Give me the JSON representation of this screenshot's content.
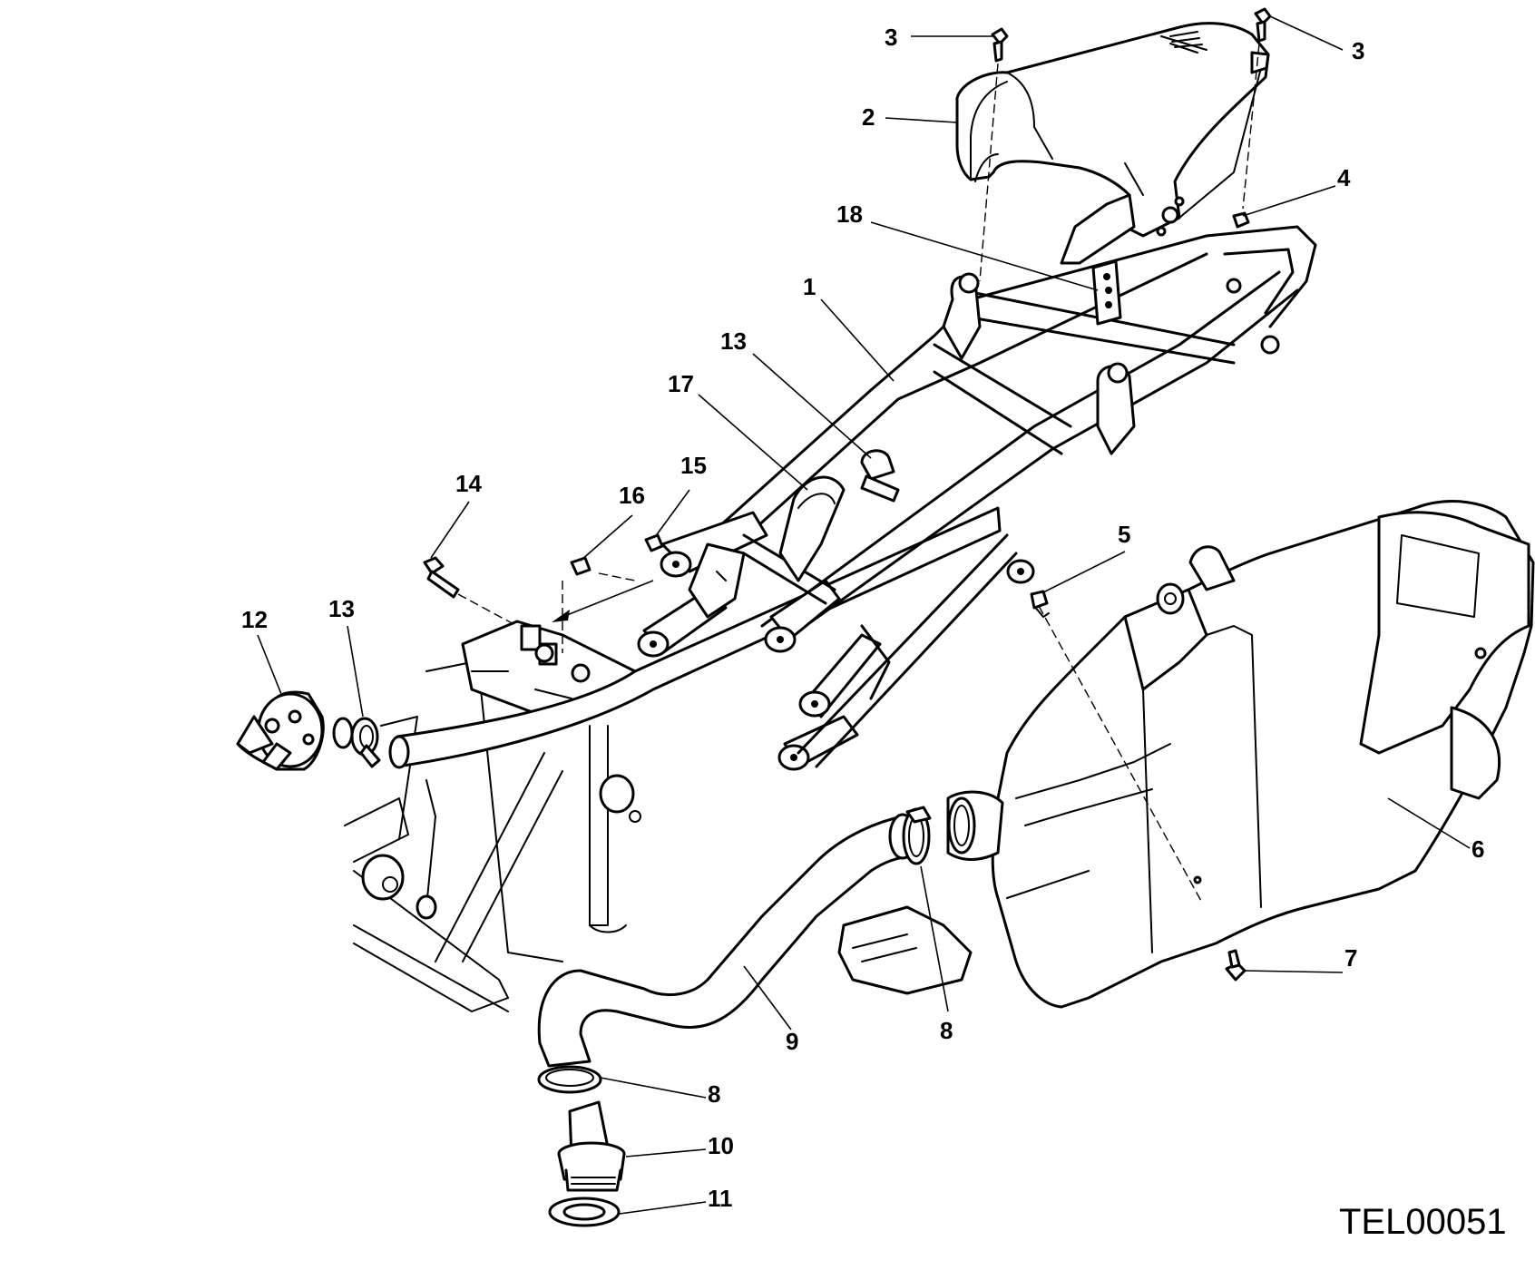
{
  "drawing": {
    "reference_code": "TEL00051",
    "callouts": [
      {
        "id": "c3a",
        "label": "3"
      },
      {
        "id": "c3b",
        "label": "3"
      },
      {
        "id": "c2",
        "label": "2"
      },
      {
        "id": "c4",
        "label": "4"
      },
      {
        "id": "c18",
        "label": "18"
      },
      {
        "id": "c1",
        "label": "1"
      },
      {
        "id": "c13a",
        "label": "13"
      },
      {
        "id": "c17",
        "label": "17"
      },
      {
        "id": "c15",
        "label": "15"
      },
      {
        "id": "c16",
        "label": "16"
      },
      {
        "id": "c14",
        "label": "14"
      },
      {
        "id": "c12",
        "label": "12"
      },
      {
        "id": "c13b",
        "label": "13"
      },
      {
        "id": "c5",
        "label": "5"
      },
      {
        "id": "c6",
        "label": "6"
      },
      {
        "id": "c7",
        "label": "7"
      },
      {
        "id": "c8a",
        "label": "8"
      },
      {
        "id": "c9",
        "label": "9"
      },
      {
        "id": "c8b",
        "label": "8"
      },
      {
        "id": "c10",
        "label": "10"
      },
      {
        "id": "c11",
        "label": "11"
      }
    ]
  }
}
